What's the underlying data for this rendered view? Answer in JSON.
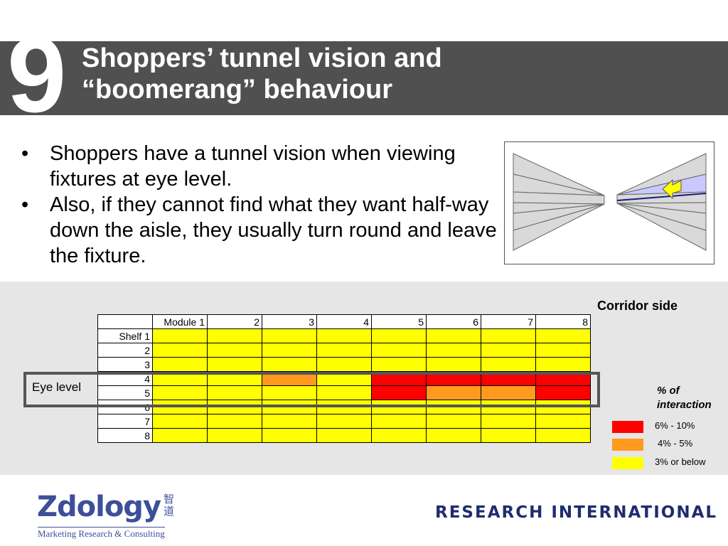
{
  "slide": {
    "number": "9",
    "title_line1": "Shoppers’ tunnel vision and",
    "title_line2": "“boomerang” behaviour"
  },
  "bullets": [
    "Shoppers have a tunnel vision when viewing fixtures at eye level.",
    "Also, if they cannot find what they want half-way down the aisle, they usually turn round and leave the fixture."
  ],
  "grid": {
    "corridor_label": "Corridor side",
    "corner": "",
    "columns": [
      "Module 1",
      "2",
      "3",
      "4",
      "5",
      "6",
      "7",
      "8"
    ],
    "rows": [
      {
        "label": "Shelf 1",
        "cells": [
          "low",
          "low",
          "low",
          "low",
          "low",
          "low",
          "low",
          "low"
        ]
      },
      {
        "label": "2",
        "cells": [
          "low",
          "low",
          "low",
          "low",
          "low",
          "low",
          "low",
          "low"
        ]
      },
      {
        "label": "3",
        "cells": [
          "low",
          "low",
          "low",
          "low",
          "low",
          "low",
          "low",
          "low"
        ]
      },
      {
        "label": "4",
        "cells": [
          "low",
          "low",
          "mid",
          "low",
          "high",
          "high",
          "high",
          "high"
        ]
      },
      {
        "label": "5",
        "cells": [
          "low",
          "low",
          "low",
          "low",
          "high",
          "mid",
          "mid",
          "high"
        ]
      },
      {
        "label": "6",
        "cells": [
          "low",
          "low",
          "low",
          "low",
          "low",
          "low",
          "low",
          "low"
        ]
      },
      {
        "label": "7",
        "cells": [
          "low",
          "low",
          "low",
          "low",
          "low",
          "low",
          "low",
          "low"
        ]
      },
      {
        "label": "8",
        "cells": [
          "low",
          "low",
          "low",
          "low",
          "low",
          "low",
          "low",
          "low"
        ]
      }
    ],
    "eye_level_label": "Eye level"
  },
  "legend": {
    "title_line1": "% of",
    "title_line2": "interaction",
    "items": [
      {
        "key": "high",
        "label": "6% - 10%",
        "color": "#ff0000"
      },
      {
        "key": "mid",
        "label": "4% - 5%",
        "color": "#ff9a1f"
      },
      {
        "key": "low",
        "label": "3% or below",
        "color": "#ffff00"
      }
    ]
  },
  "logos": {
    "zdology_text": "Zdology",
    "zdology_chinese": "智道",
    "zdology_tagline": "Marketing Research & Consulting",
    "research_international": "RESEARCH INTERNATIONAL"
  }
}
